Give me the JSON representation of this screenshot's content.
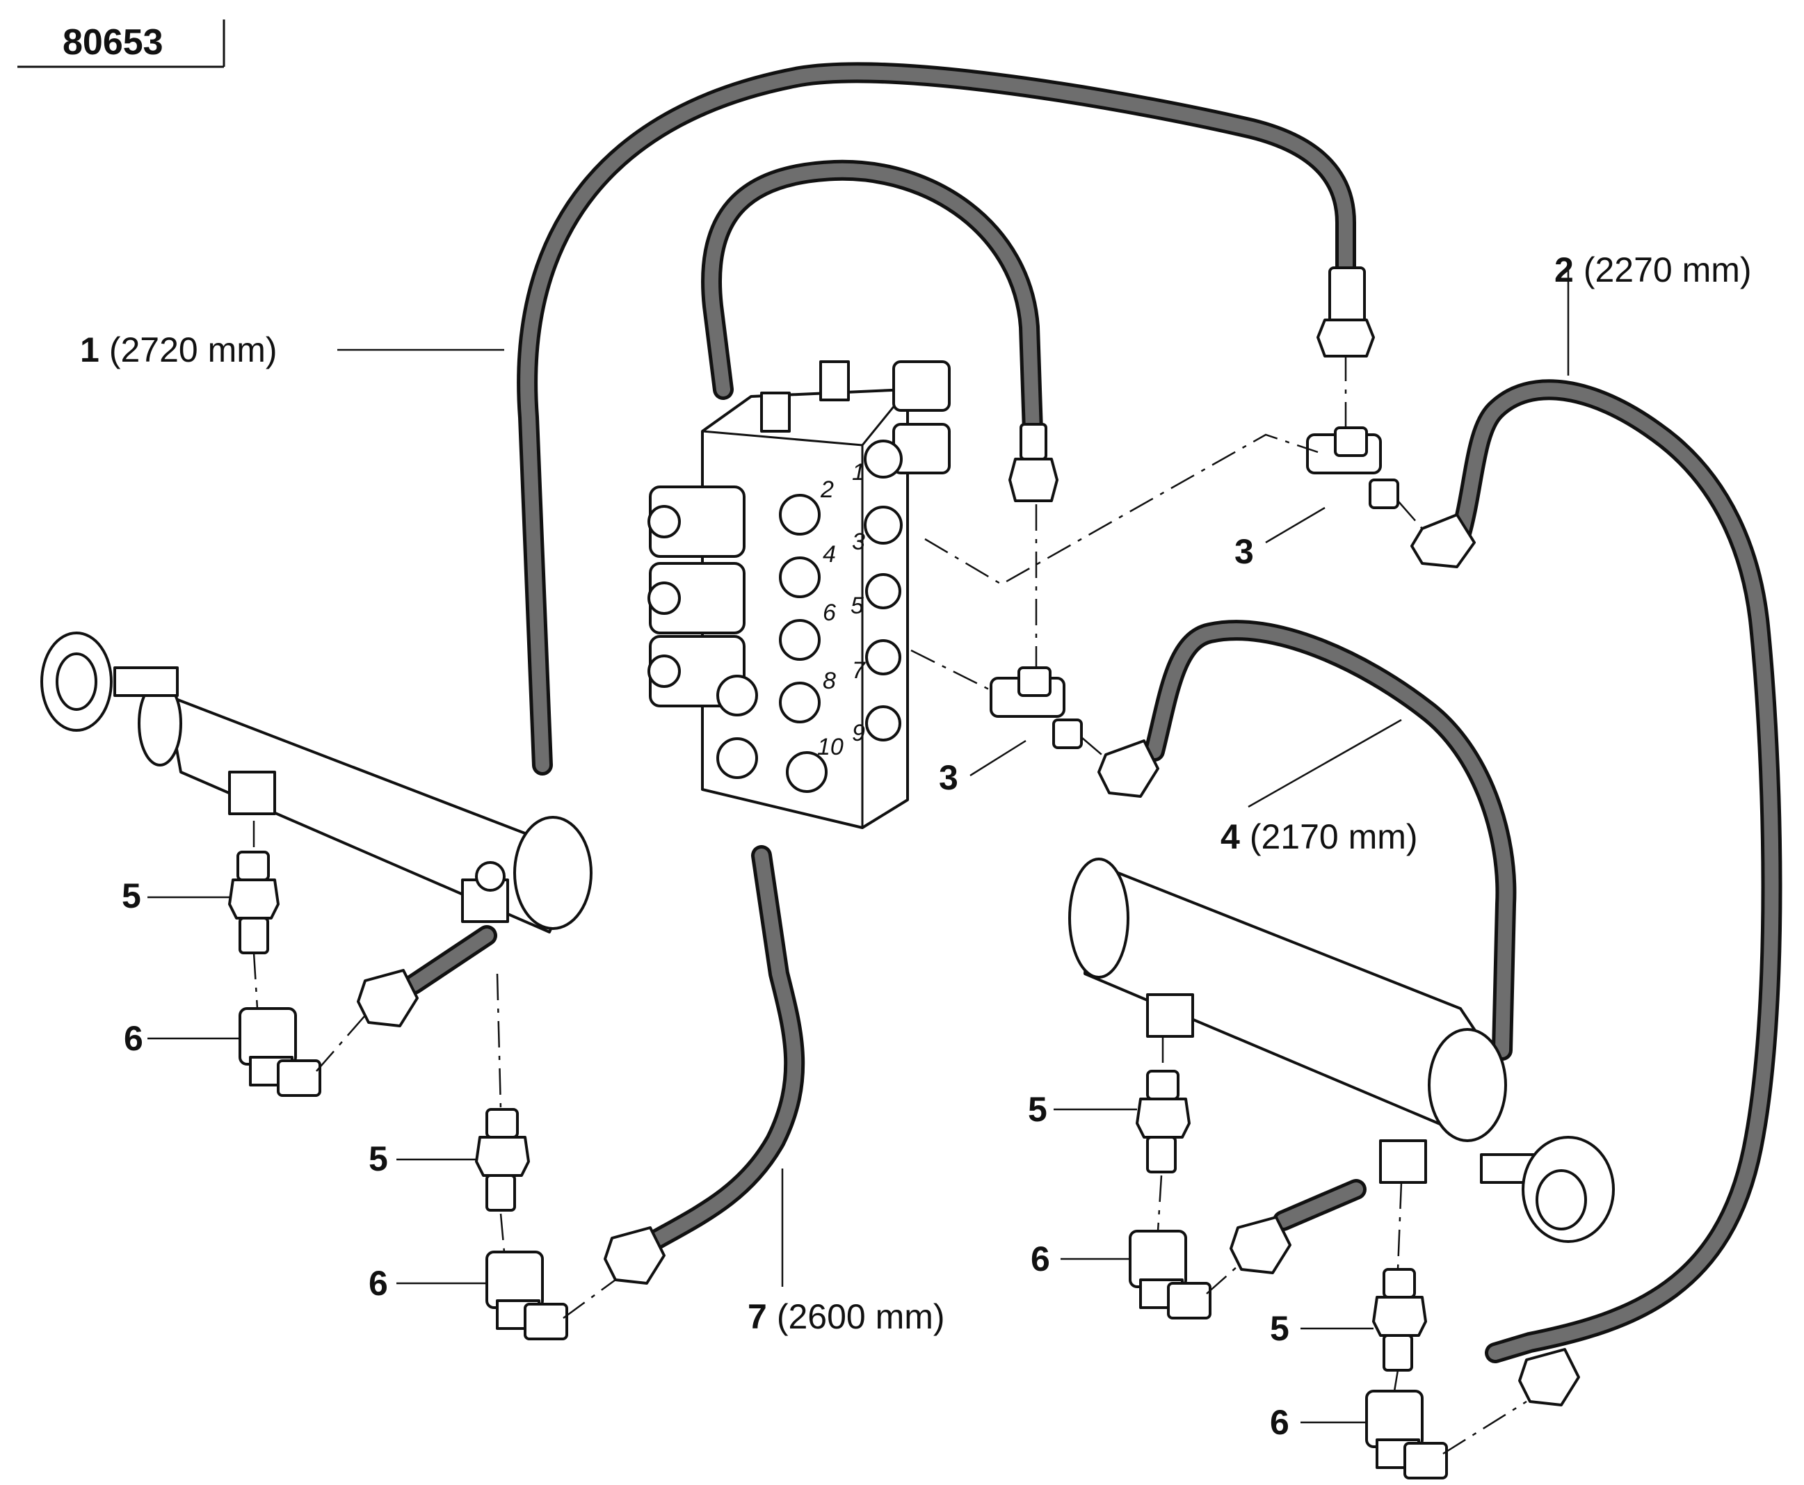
{
  "drawing_number": "80653",
  "callouts": {
    "c1": {
      "num": "1",
      "len": "(2720 mm)"
    },
    "c2": {
      "num": "2",
      "len": "(2270 mm)"
    },
    "c3a": {
      "num": "3"
    },
    "c3b": {
      "num": "3"
    },
    "c4": {
      "num": "4",
      "len": "(2170 mm)"
    },
    "c7": {
      "num": "7",
      "len": "(2600 mm)"
    },
    "c5a": {
      "num": "5"
    },
    "c5b": {
      "num": "5"
    },
    "c5c": {
      "num": "5"
    },
    "c5d": {
      "num": "5"
    },
    "c6a": {
      "num": "6"
    },
    "c6b": {
      "num": "6"
    },
    "c6c": {
      "num": "6"
    },
    "c6d": {
      "num": "6"
    }
  },
  "valve_ports": [
    "1",
    "2",
    "3",
    "4",
    "5",
    "6",
    "7",
    "8",
    "9",
    "10"
  ]
}
